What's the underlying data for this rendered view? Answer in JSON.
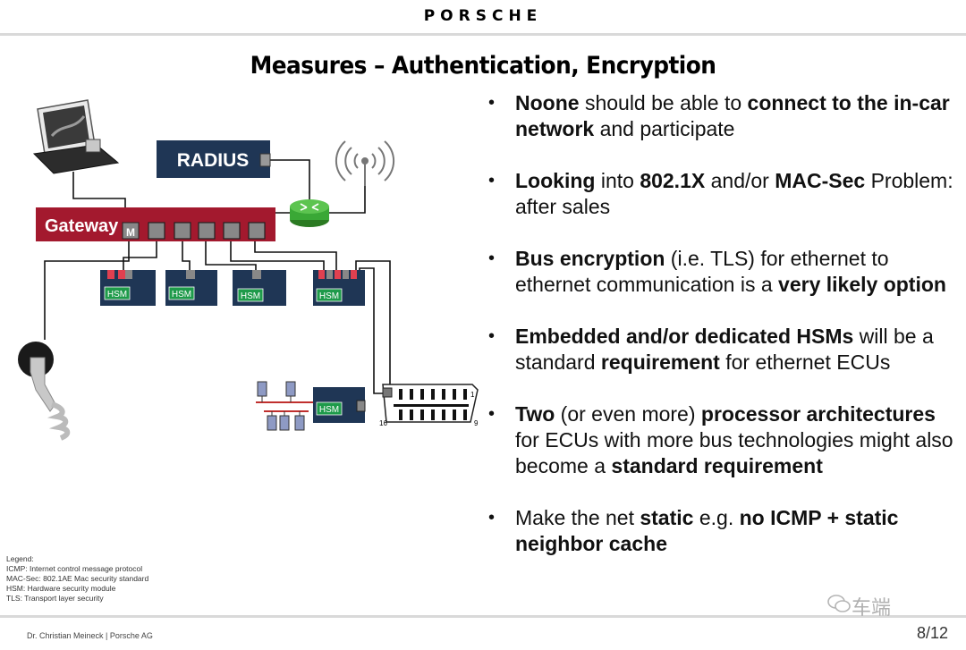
{
  "header": {
    "brand": "PORSCHE"
  },
  "slide": {
    "title": "Measures – Authentication, Encryption"
  },
  "bullets": [
    [
      {
        "t": "Noone",
        "b": true
      },
      {
        "t": " should be able to "
      },
      {
        "t": "connect to the in-car network",
        "b": true
      },
      {
        "t": " and participate"
      }
    ],
    [
      {
        "t": "Looking",
        "b": true
      },
      {
        "t": " into "
      },
      {
        "t": "802.1X",
        "b": true
      },
      {
        "t": " and/or "
      },
      {
        "t": "MAC-Sec",
        "b": true
      },
      {
        "t": " Problem: after sales"
      }
    ],
    [
      {
        "t": "Bus encryption",
        "b": true
      },
      {
        "t": " (i.e. TLS) for ethernet to ethernet communication is a "
      },
      {
        "t": "very likely option",
        "b": true
      }
    ],
    [
      {
        "t": "Embedded  and/or dedicated HSMs",
        "b": true
      },
      {
        "t": " will be a standard "
      },
      {
        "t": "requirement",
        "b": true
      },
      {
        "t": " for ethernet ECUs"
      }
    ],
    [
      {
        "t": "Two",
        "b": true
      },
      {
        "t": " (or even more) "
      },
      {
        "t": "processor architectures",
        "b": true
      },
      {
        "t": " for ECUs with more bus technologies might also become a "
      },
      {
        "t": "standard requirement",
        "b": true
      }
    ],
    [
      {
        "t": "Make the net "
      },
      {
        "t": "static",
        "b": true
      },
      {
        "t": " e.g. "
      },
      {
        "t": "no ICMP + static neighbor cache",
        "b": true
      }
    ]
  ],
  "diagram": {
    "radius_label": "RADIUS",
    "gateway_label": "Gateway",
    "gateway_port_label": "M",
    "hsm_label": "HSM",
    "obd_pin_left": "16",
    "obd_pin_right": "9",
    "obd_pin_top": "1",
    "colors": {
      "navy": "#1f3655",
      "gateway_red": "#a3192e",
      "hsm_green": "#1e9a4a",
      "router_green": "#3aa836"
    }
  },
  "legend": {
    "title": "Legend:",
    "lines": [
      "ICMP: Internet control message protocol",
      "MAC-Sec: 802.1AE Mac security standard",
      "HSM: Hardware security module",
      "TLS: Transport layer security"
    ]
  },
  "footer": {
    "author": "Dr. Christian Meineck | Porsche AG",
    "page": "8/12",
    "watermark": "车端"
  }
}
